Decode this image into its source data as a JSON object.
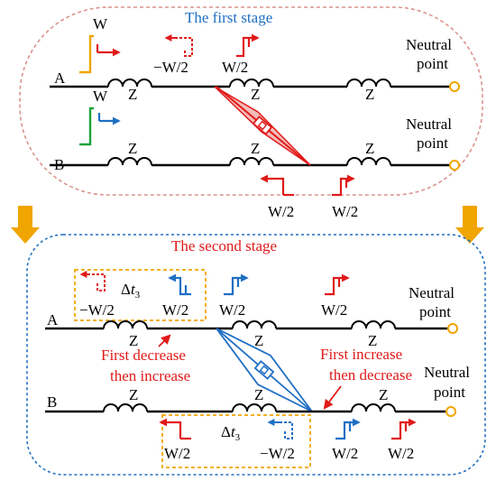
{
  "stage1": {
    "title": "The first stage",
    "line_a": "A",
    "line_b": "B",
    "w_a": "W",
    "w_b": "W",
    "neutral_a": [
      "Neutral",
      "point"
    ],
    "neutral_b": [
      "Neutral",
      "point"
    ],
    "z_a": [
      "Z",
      "Z",
      "Z"
    ],
    "z_b": [
      "Z",
      "Z",
      "Z"
    ],
    "wave_neg": "−W/2",
    "wave_pos": "W/2",
    "wave_b1": "W/2",
    "wave_b2": "W/2"
  },
  "stage2": {
    "title": "The second stage",
    "line_a": "A",
    "line_b": "B",
    "neutral_a": [
      "Neutral",
      "point"
    ],
    "neutral_b": [
      "Neutral",
      "point"
    ],
    "z_a": [
      "Z",
      "Z",
      "Z"
    ],
    "z_b": [
      "Z",
      "Z",
      "Z"
    ],
    "dt_a": [
      "Δ",
      "t",
      "3"
    ],
    "dt_b": [
      "Δ",
      "t",
      "3"
    ],
    "a_neg": "−W/2",
    "a_w1": "W/2",
    "a_w2": "W/2",
    "a_w3": "W/2",
    "b_w1": "W/2",
    "b_neg": "−W/2",
    "b_w2": "W/2",
    "b_w3": "W/2",
    "note_left": [
      "First decrease",
      "then increase"
    ],
    "note_right": [
      "First increase",
      "then decrease"
    ]
  },
  "colors": {
    "red": "#e11a1a",
    "blue": "#1f6fc4",
    "orange": "#f0a500",
    "green": "#1aa33c",
    "stage1_border": "#d9948c",
    "stage2_border": "#1f6fc4",
    "big_arrow": "#f0a500"
  },
  "icons": [
    "down-arrow-icon",
    "step-wave-icon",
    "switch-icon",
    "neutral-point-icon"
  ]
}
